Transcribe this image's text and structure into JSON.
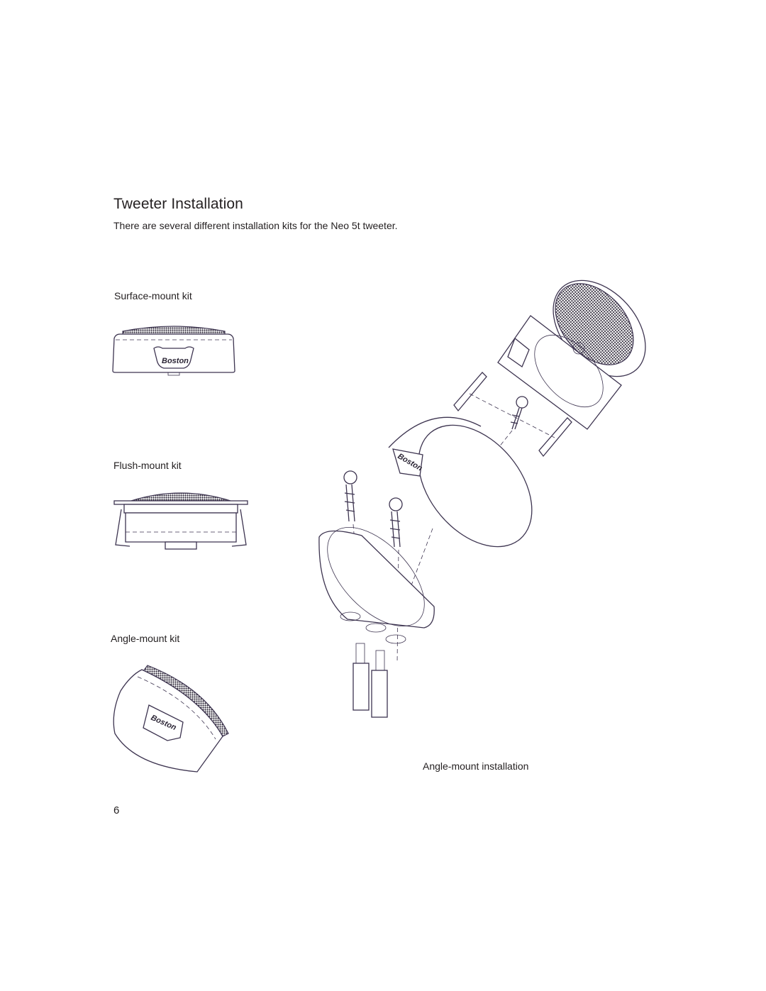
{
  "page": {
    "title": "Tweeter Installation",
    "intro": "There are several different installation kits for the Neo 5t tweeter.",
    "page_number": "6"
  },
  "figures": {
    "surface_mount": {
      "label": "Surface-mount kit",
      "logo": "Boston"
    },
    "flush_mount": {
      "label": "Flush-mount kit"
    },
    "angle_mount": {
      "label": "Angle-mount kit",
      "logo": "Boston"
    },
    "angle_install": {
      "label": "Angle-mount installation",
      "logo": "Boston"
    }
  }
}
